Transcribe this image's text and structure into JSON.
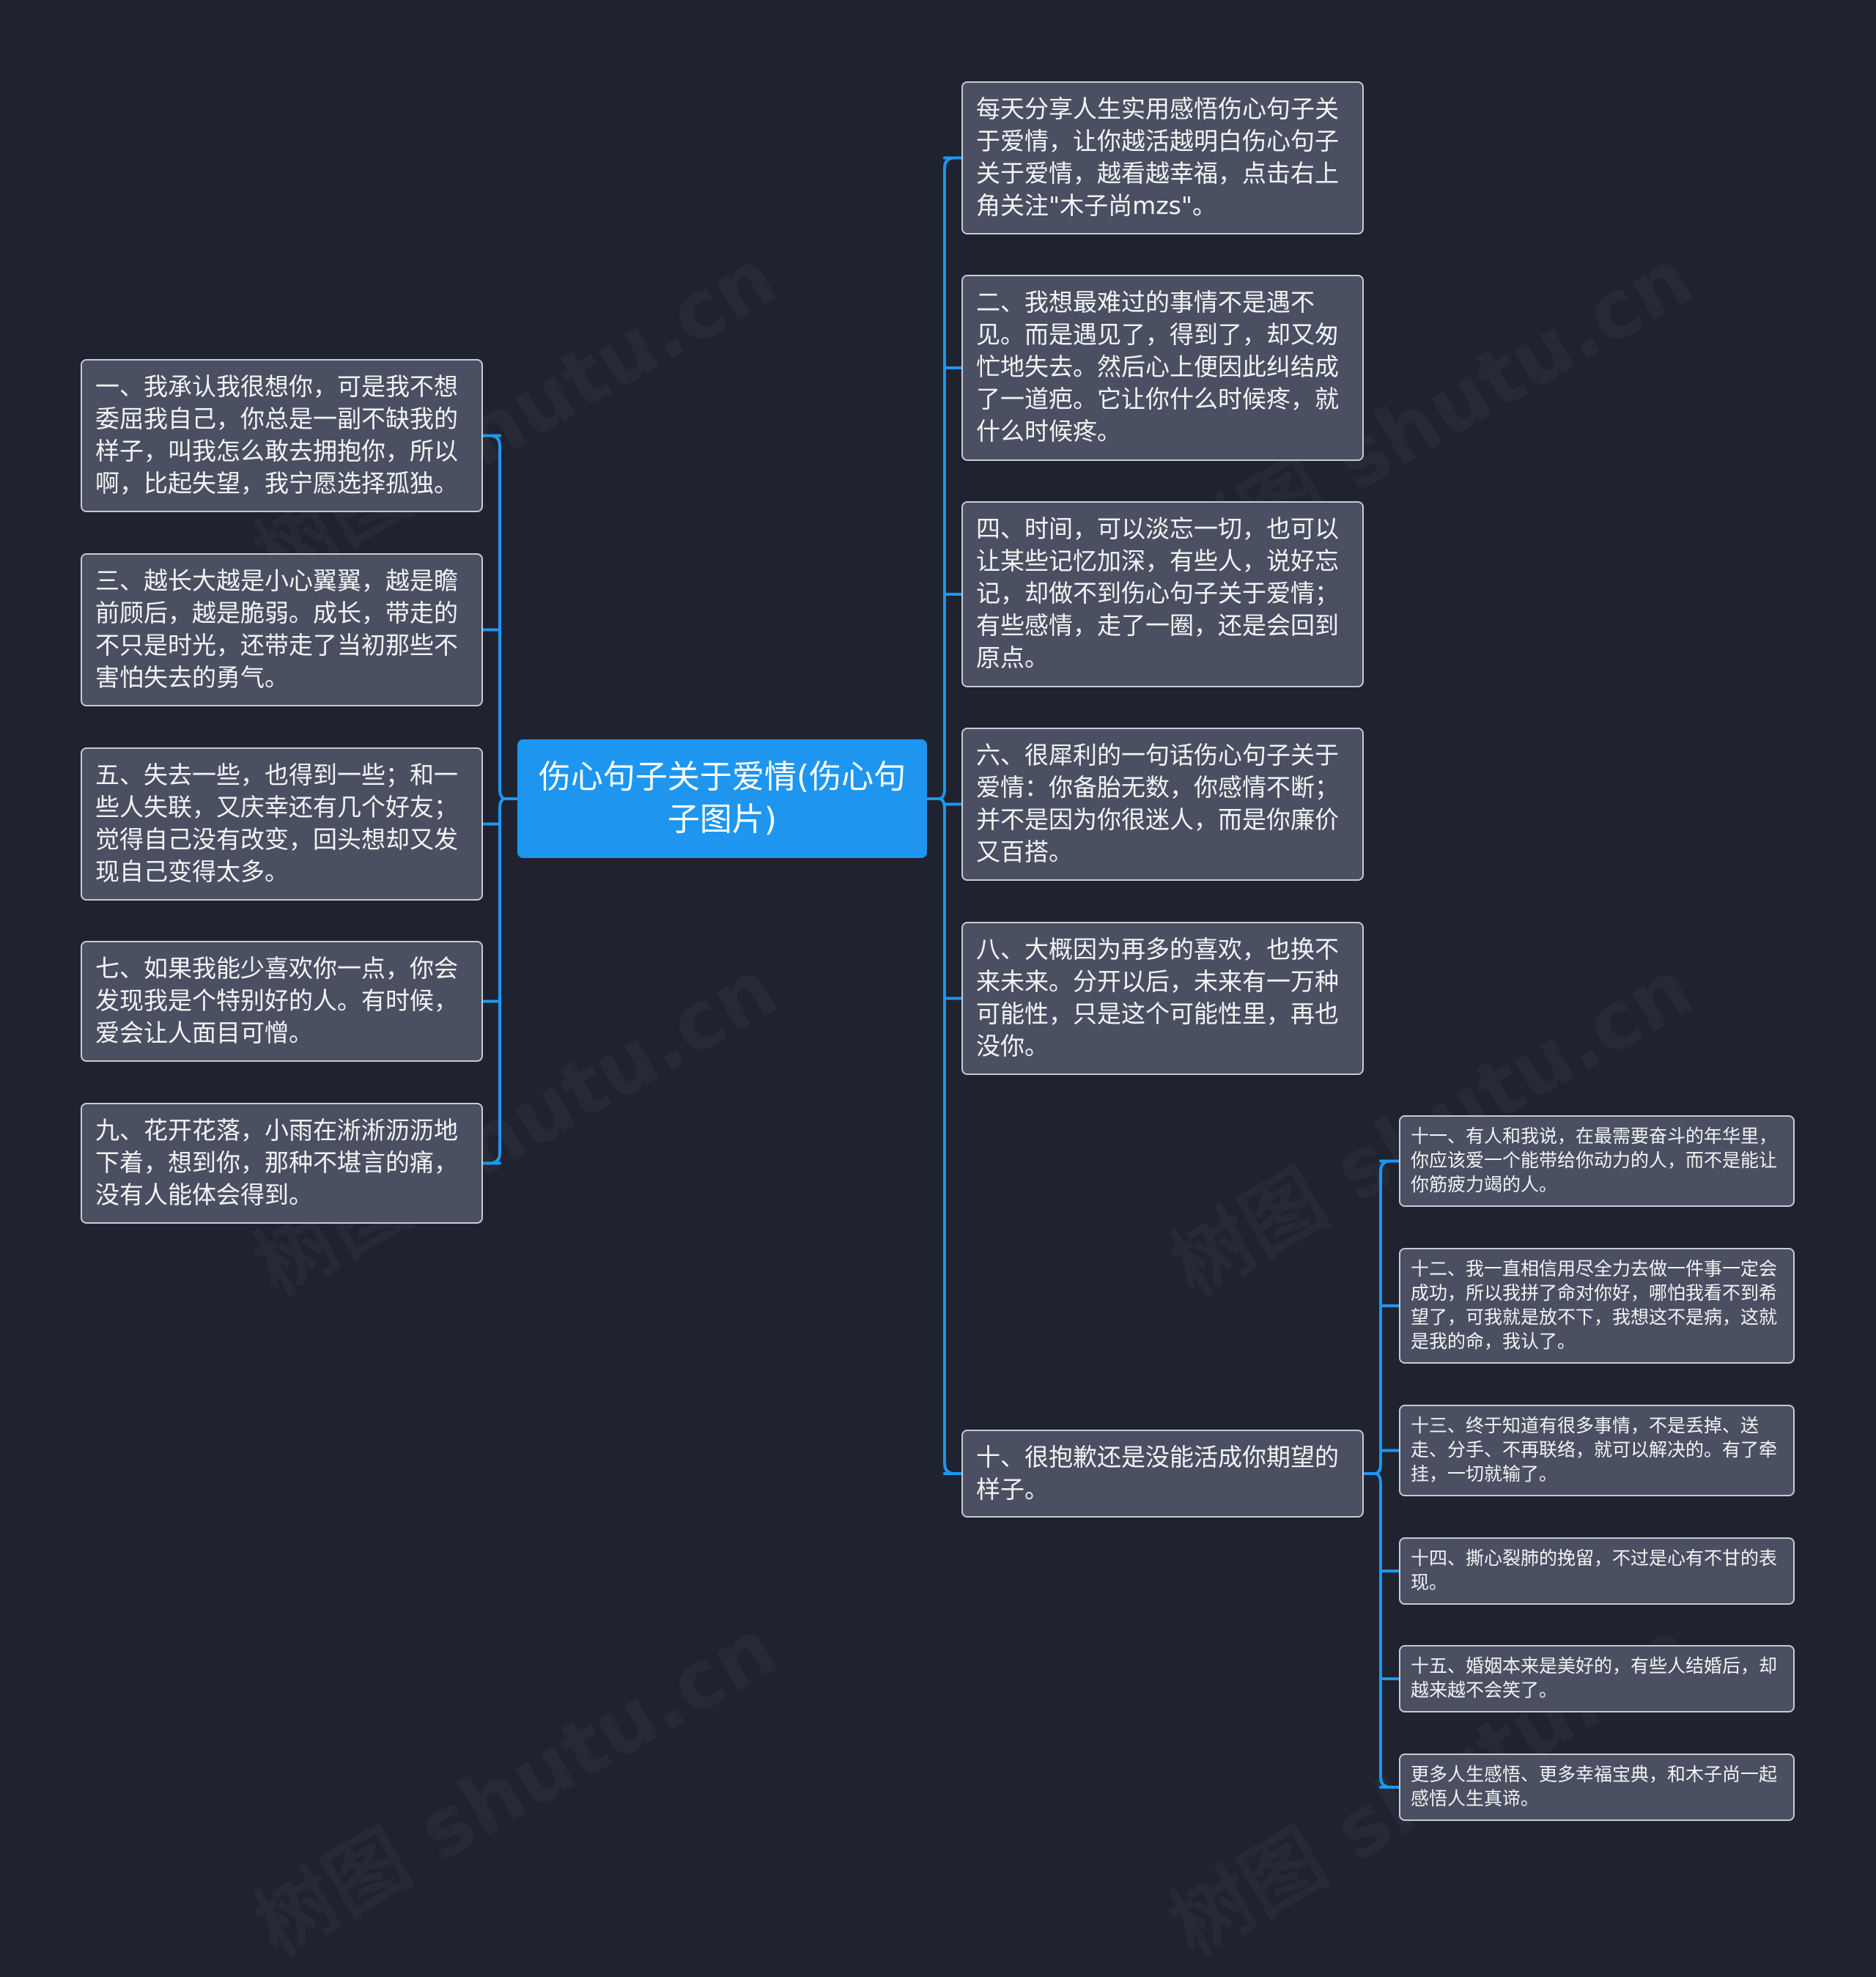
{
  "colors": {
    "background": "#1f2330",
    "root_fill": "#1e96f0",
    "node_fill": "#4a5061",
    "node_border": "#c7cbd4",
    "connector": "#1e96f0"
  },
  "root": {
    "text": "伤心句子关于爱情(伤心句子图片)"
  },
  "left_nodes": [
    {
      "text": "一、我承认我很想你，可是我不想委屈我自己，你总是一副不缺我的样子，叫我怎么敢去拥抱你，所以啊，比起失望，我宁愿选择孤独。"
    },
    {
      "text": "三、越长大越是小心翼翼，越是瞻前顾后，越是脆弱。成长，带走的不只是时光，还带走了当初那些不害怕失去的勇气。"
    },
    {
      "text": "五、失去一些，也得到一些；和一些人失联，又庆幸还有几个好友；觉得自己没有改变，回头想却又发现自己变得太多。"
    },
    {
      "text": "七、如果我能少喜欢你一点，你会发现我是个特别好的人。有时候，爱会让人面目可憎。"
    },
    {
      "text": "九、花开花落，小雨在淅淅沥沥地下着，想到你，那种不堪言的痛，没有人能体会得到。"
    }
  ],
  "right_nodes": [
    {
      "text": "每天分享人生实用感悟伤心句子关于爱情，让你越活越明白伤心句子关于爱情，越看越幸福，点击右上角关注\"木子尚mzs\"。"
    },
    {
      "text": "二、我想最难过的事情不是遇不见。而是遇见了，得到了，却又匆忙地失去。然后心上便因此纠结成了一道疤。它让你什么时候疼，就什么时候疼。"
    },
    {
      "text": "四、时间，可以淡忘一切，也可以让某些记忆加深，有些人，说好忘记，却做不到伤心句子关于爱情；有些感情，走了一圈，还是会回到原点。"
    },
    {
      "text": "六、很犀利的一句话伤心句子关于爱情：你备胎无数，你感情不断；并不是因为你很迷人，而是你廉价又百搭。"
    },
    {
      "text": "八、大概因为再多的喜欢，也换不来未来。分开以后，未来有一万种可能性，只是这个可能性里，再也没你。"
    },
    {
      "text": "十、很抱歉还是没能活成你期望的样子。"
    }
  ],
  "sub_nodes": [
    {
      "text": "十一、有人和我说，在最需要奋斗的年华里，你应该爱一个能带给你动力的人，而不是能让你筋疲力竭的人。"
    },
    {
      "text": "十二、我一直相信用尽全力去做一件事一定会成功，所以我拼了命对你好，哪怕我看不到希望了，可我就是放不下，我想这不是病，这就是我的命，我认了。"
    },
    {
      "text": "十三、终于知道有很多事情，不是丢掉、送走、分手、不再联络，就可以解决的。有了牵挂，一切就输了。"
    },
    {
      "text": "十四、撕心裂肺的挽留，不过是心有不甘的表现。"
    },
    {
      "text": "十五、婚姻本来是美好的，有些人结婚后，却越来越不会笑了。"
    },
    {
      "text": "更多人生感悟、更多幸福宝典，和木子尚一起感悟人生真谛。"
    }
  ],
  "watermarks": [
    "树图 shutu.cn",
    "树图 shutu.cn",
    "树图 shutu.cn",
    "树图 shutu.cn",
    "树图 shutu.cn",
    "树图 shutu.cn"
  ]
}
